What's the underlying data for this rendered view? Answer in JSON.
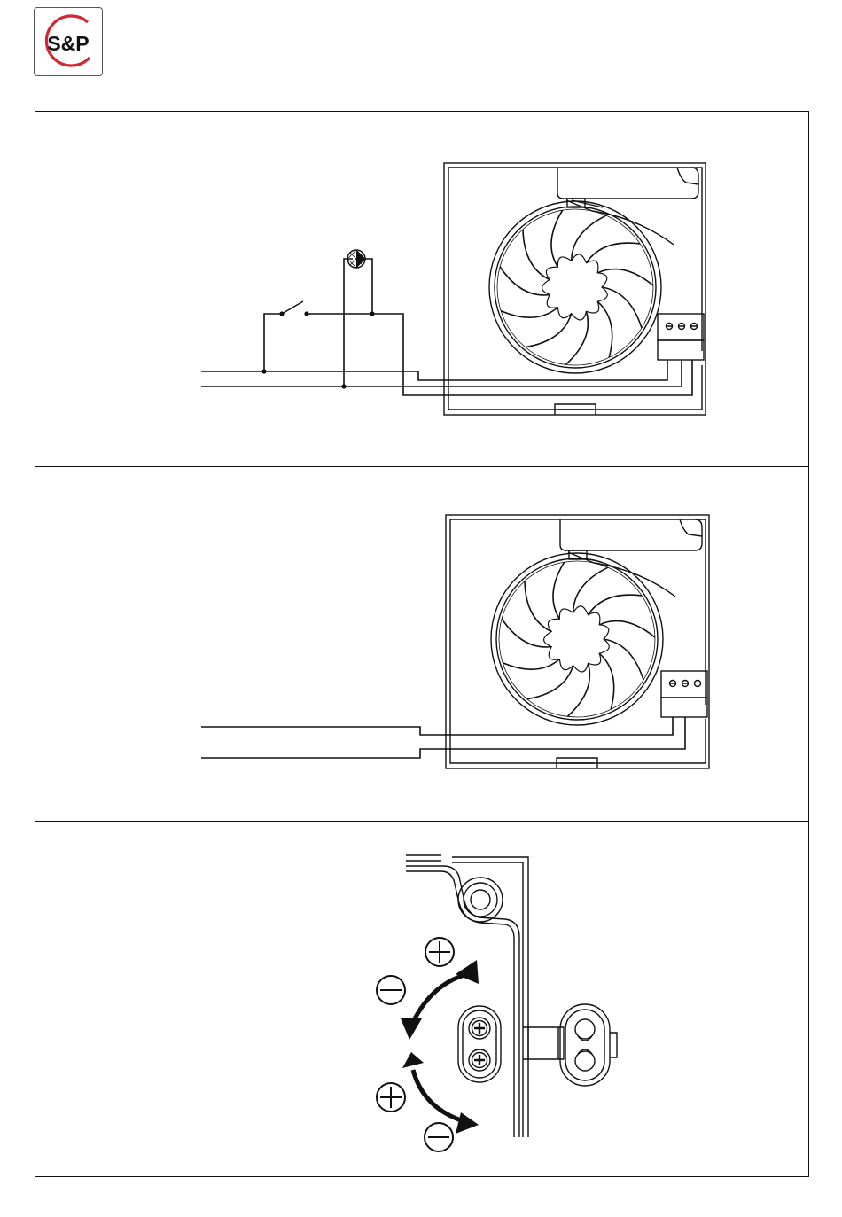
{
  "brand": {
    "logo_text": "S&P",
    "colors": {
      "ring": "#d22630",
      "text": "#111111",
      "border": "#555555"
    }
  },
  "diagrams": [
    {
      "id": "wiring-with-switch-and-lamp",
      "components": [
        "fan-unit",
        "terminal-block-3-pole",
        "switch-icon",
        "lamp-icon"
      ],
      "supply_wires": 2
    },
    {
      "id": "wiring-direct",
      "components": [
        "fan-unit",
        "terminal-block-3-pole"
      ],
      "supply_wires": 2
    },
    {
      "id": "adjustment-detail",
      "components": [
        "potentiometer",
        "plus-icon",
        "minus-icon",
        "rotate-arrow-icon"
      ]
    }
  ]
}
